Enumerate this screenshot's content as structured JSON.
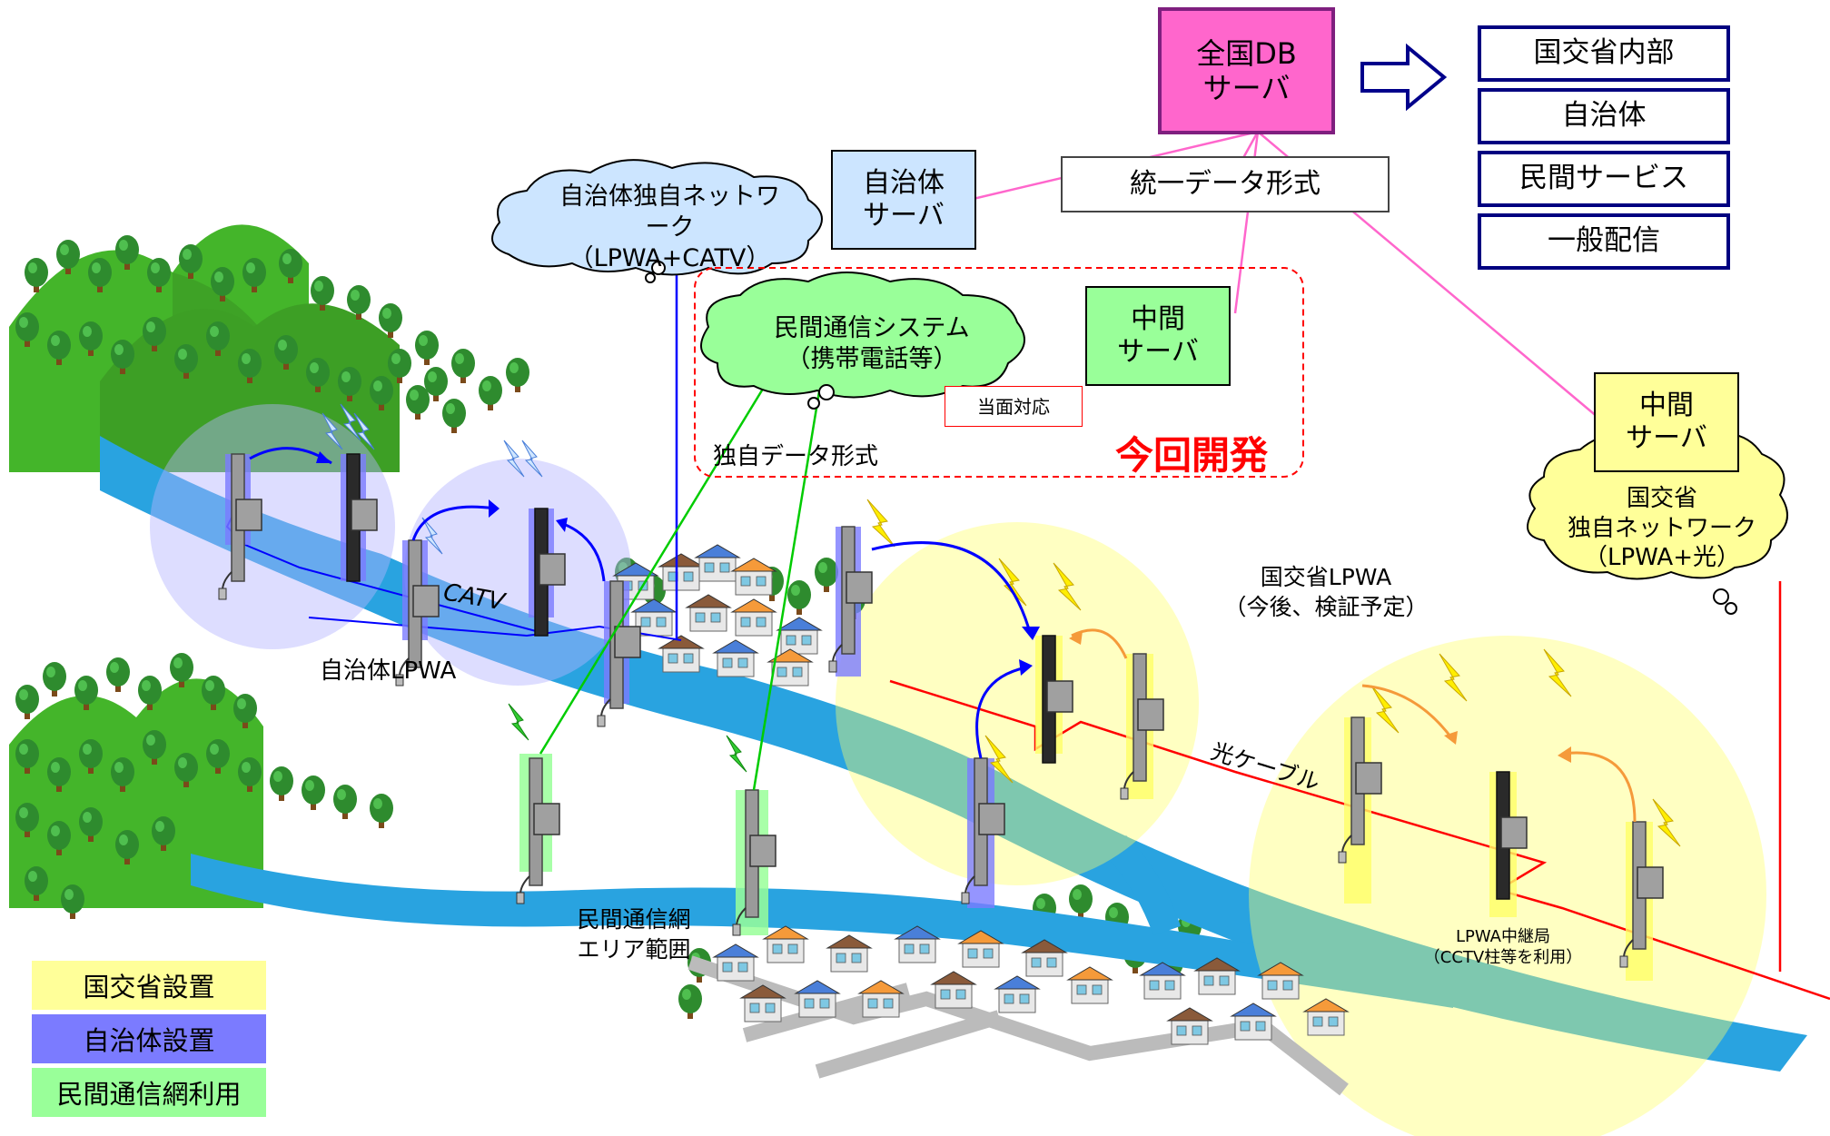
{
  "servers": {
    "national_db": "全国DB\nサーバ",
    "municipal": "自治体\nサーバ",
    "intermediate_private": "中間\nサーバ",
    "intermediate_mlit": "中間\nサーバ"
  },
  "distribution": [
    "国交省内部",
    "自治体",
    "民間サービス",
    "一般配信"
  ],
  "formats": {
    "unified": "統一データ形式",
    "proprietary": "独自データ形式",
    "interim": "当面対応",
    "this_development": "今回開発"
  },
  "clouds": {
    "municipal_network": "自治体独自ネットワーク\n（LPWA+CATV）",
    "private_system": "民間通信システム\n（携帯電話等）",
    "mlit_network": "国交省\n独自ネットワーク\n（LPWA+光）"
  },
  "map_labels": {
    "catv": "CATV",
    "municipal_lpwa": "自治体LPWA",
    "mlit_lpwa": "国交省LPWA\n（今後、検証予定）",
    "fiber_cable": "光ケーブル",
    "private_area": "民間通信網\nエリア範囲",
    "relay_station": "LPWA中継局\n（CCTV柱等を利用）"
  },
  "legend": [
    {
      "label": "国交省設置",
      "color": "#ffff99"
    },
    {
      "label": "自治体設置",
      "color": "#7b7bff"
    },
    {
      "label": "民間通信網利用",
      "color": "#99ff99"
    }
  ],
  "colors": {
    "river": "#29a3e0",
    "national_db_fill": "#ff66cc",
    "national_db_border": "#7f1f7f",
    "distribution_border": "#000080",
    "municipal_server_fill": "#cce5ff",
    "private_server_fill": "#99ff99",
    "mlit_server_fill": "#ffff99",
    "link_pink": "#ff66cc",
    "link_green": "#00cc00",
    "link_blue": "#0000ff",
    "fiber_red": "#ff0000",
    "dev_red": "#ff0000"
  }
}
